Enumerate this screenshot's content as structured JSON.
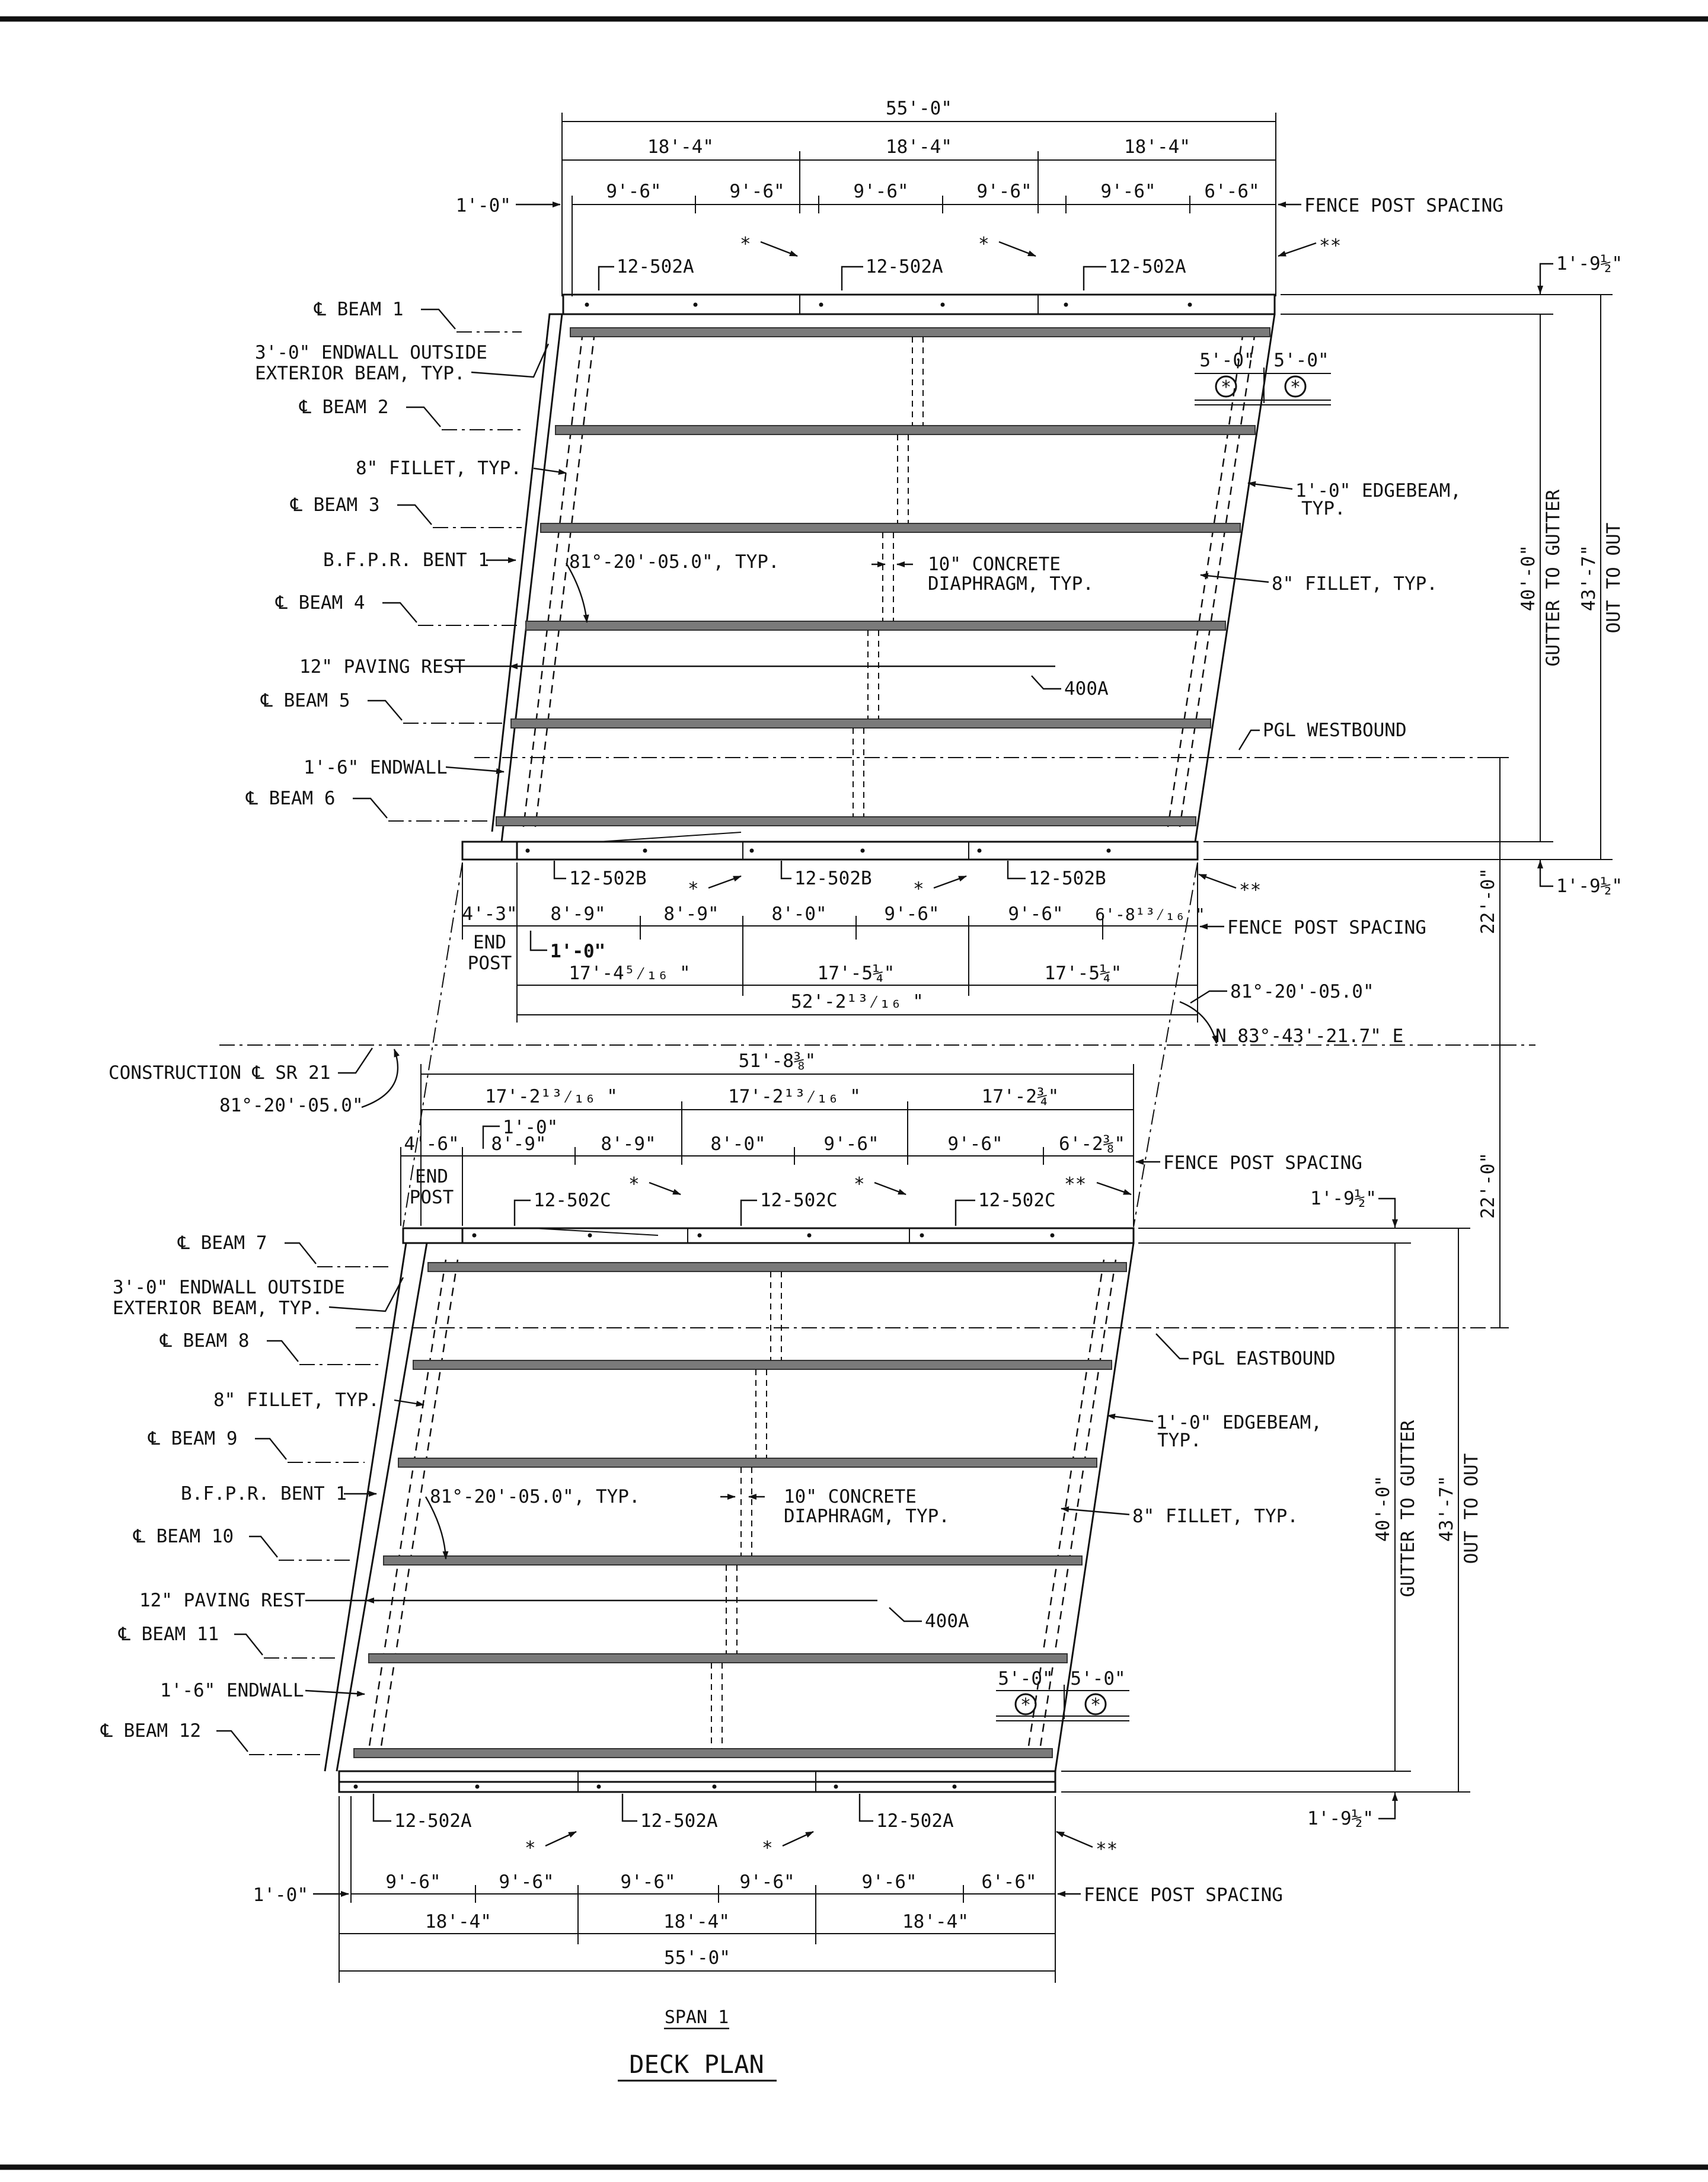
{
  "sheet_title": "DECK PLAN",
  "span_label": "SPAN 1",
  "westbound": {
    "top_dims": {
      "overall": "55'-0\"",
      "thirds": [
        "18'-4\"",
        "18'-4\"",
        "18'-4\""
      ],
      "posts": [
        "9'-6\"",
        "9'-6\"",
        "9'-6\"",
        "9'-6\"",
        "9'-6\"",
        "6'-6\""
      ],
      "offset": "1'-0\""
    },
    "fence_label": "FENCE POST SPACING",
    "marks": {
      "star": "*",
      "dstar": "**"
    },
    "rail_marks_top": [
      "12-502A",
      "12-502A",
      "12-502A"
    ],
    "rail_marks_bottom": [
      "12-502B",
      "12-502B",
      "12-502B"
    ],
    "beams": [
      "℄ BEAM 1",
      "℄ BEAM 2",
      "℄ BEAM 3",
      "℄ BEAM 4",
      "℄ BEAM 5",
      "℄ BEAM 6"
    ],
    "left_notes": [
      "3'-0\" ENDWALL OUTSIDE",
      "EXTERIOR BEAM, TYP.",
      "8\" FILLET, TYP.",
      "B.F.P.R. BENT 1",
      "12\" PAVING REST",
      "1'-6\" ENDWALL"
    ],
    "skew": "81°-20'-05.0\", TYP.",
    "diaphragm": [
      "10\" CONCRETE",
      "DIAPHRAGM, TYP."
    ],
    "edgebeam": [
      "1'-0\" EDGEBEAM,",
      "TYP."
    ],
    "fillet_right": "8\" FILLET, TYP.",
    "bar": "400A",
    "pgl": "PGL WESTBOUND",
    "sym_dims": [
      "5'-0\"",
      "5'-0\""
    ],
    "right_dims": {
      "top": "1'-9½\"",
      "gutter": "40'-0\"",
      "gutter_label": "GUTTER TO GUTTER",
      "out": "43'-7\"",
      "out_label": "OUT TO OUT",
      "bottom": "1'-9½\""
    },
    "bottom_dims": {
      "posts": [
        "4'-3\"",
        "8'-9\"",
        "8'-9\"",
        "8'-0\"",
        "9'-6\"",
        "9'-6\"",
        "6'-8¹³⁄₁₆ \""
      ],
      "end_post": [
        "END",
        "POST"
      ],
      "one_ft": "1'-0\"",
      "thirds": [
        "17'-4⁵⁄₁₆ \"",
        "17'-5¼\"",
        "17'-5¼\""
      ],
      "overall": "52'-2¹³⁄₁₆ \""
    }
  },
  "between": {
    "skew": "81°-20'-05.0\"",
    "bearing": "N 83°-43'-21.7\" E",
    "construction": "CONSTRUCTION ℄ SR 21",
    "skew_left": "81°-20'-05.0\"",
    "gap_top": "22'-0\"",
    "gap_bottom": "22'-0\""
  },
  "eastbound": {
    "top_dims": {
      "overall": "51'-8⅜\"",
      "thirds": [
        "17'-2¹³⁄₁₆ \"",
        "17'-2¹³⁄₁₆ \"",
        "17'-2¾\""
      ],
      "offset": "1'-0\"",
      "posts": [
        "4'-6\"",
        "8'-9\"",
        "8'-9\"",
        "8'-0\"",
        "9'-6\"",
        "9'-6\"",
        "6'-2⅜\""
      ],
      "end_post": [
        "END",
        "POST"
      ]
    },
    "fence_label": "FENCE POST SPACING",
    "rail_marks_top": [
      "12-502C",
      "12-502C",
      "12-502C"
    ],
    "rail_marks_bottom": [
      "12-502A",
      "12-502A",
      "12-502A"
    ],
    "beams": [
      "℄ BEAM 7",
      "℄ BEAM 8",
      "℄ BEAM 9",
      "℄ BEAM 10",
      "℄ BEAM 11",
      "℄ BEAM 12"
    ],
    "left_notes": [
      "3'-0\" ENDWALL OUTSIDE",
      "EXTERIOR BEAM, TYP.",
      "8\" FILLET, TYP.",
      "B.F.P.R. BENT 1",
      "12\" PAVING REST",
      "1'-6\" ENDWALL"
    ],
    "skew": "81°-20'-05.0\", TYP.",
    "diaphragm": [
      "10\" CONCRETE",
      "DIAPHRAGM, TYP."
    ],
    "edgebeam": [
      "1'-0\" EDGEBEAM,",
      "TYP."
    ],
    "fillet_right": "8\" FILLET, TYP.",
    "bar": "400A",
    "pgl": "PGL EASTBOUND",
    "sym_dims": [
      "5'-0\"",
      "5'-0\""
    ],
    "right_dims": {
      "top": "1'-9½\"",
      "gutter": "40'-0\"",
      "gutter_label": "GUTTER TO GUTTER",
      "out": "43'-7\"",
      "out_label": "OUT TO OUT",
      "bottom": "1'-9½\""
    },
    "bottom_dims": {
      "posts": [
        "9'-6\"",
        "9'-6\"",
        "9'-6\"",
        "9'-6\"",
        "9'-6\"",
        "6'-6\""
      ],
      "offset": "1'-0\"",
      "thirds": [
        "18'-4\"",
        "18'-4\"",
        "18'-4\""
      ],
      "overall": "55'-0\""
    }
  }
}
